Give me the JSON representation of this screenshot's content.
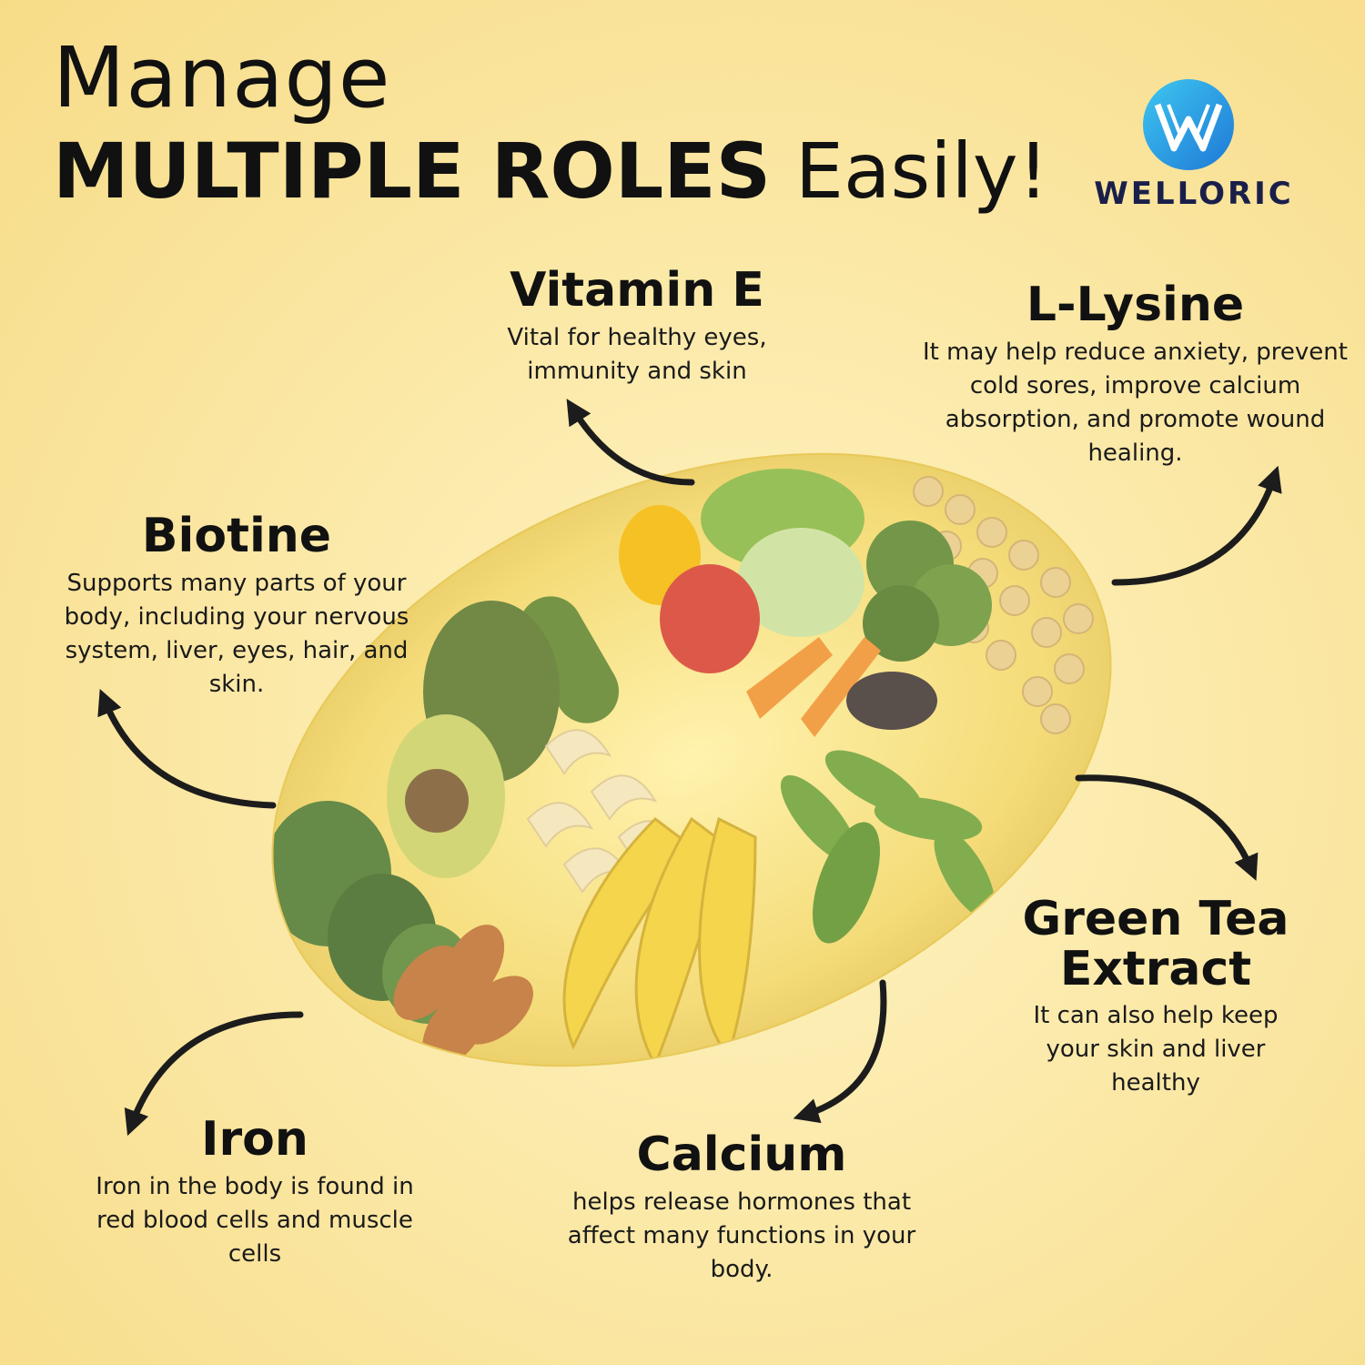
{
  "headline": {
    "line1": "Manage",
    "line2_bold": "MULTIPLE ROLES",
    "line2_rest": " Easily!"
  },
  "logo": {
    "text": "WELLORIC",
    "colors": [
      "#1e9be0",
      "#3ec7f0",
      "#1a1f4a"
    ]
  },
  "nutrients": {
    "vitamin_e": {
      "title": "Vitamin E",
      "description": "Vital for healthy eyes, immunity and skin"
    },
    "l_lysine": {
      "title": "L-Lysine",
      "description": "It may help reduce anxiety, prevent cold sores, improve calcium absorption, and promote wound healing."
    },
    "biotine": {
      "title": "Biotine",
      "description": "Supports many parts of your body, including your nervous system, liver, eyes, hair, and skin."
    },
    "green_tea": {
      "title_line1": "Green Tea",
      "title_line2": "Extract",
      "description": "It can also help keep your skin and liver healthy"
    },
    "iron": {
      "title": "Iron",
      "description": "Iron in the body is found in red blood cells and muscle cells"
    },
    "calcium": {
      "title": "Calcium",
      "description": "helps release hormones that affect many functions in your body."
    }
  },
  "illustration": {
    "subject": "softgel-capsule-with-foods",
    "foods": [
      "bell-pepper-icon",
      "lettuce-icon",
      "broccoli-icon",
      "soybeans-icon",
      "avocado-icon",
      "cashews-icon",
      "almonds-icon",
      "banana-icon",
      "carrot-icon",
      "spinach-icon",
      "tea-leaves-icon"
    ]
  },
  "colors": {
    "background": "#fbe9a8",
    "text": "#111111",
    "arrow": "#1c1c1c"
  }
}
